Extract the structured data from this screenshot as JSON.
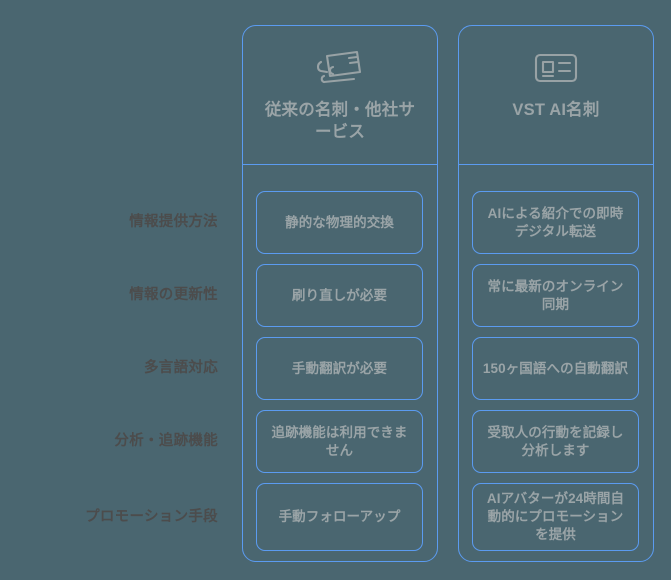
{
  "theme": {
    "background": "#4a6670",
    "accent_border": "#5b9bf0",
    "cell_text": "#9aa4a7",
    "row_label_text": "#4c4c4c"
  },
  "columns": [
    {
      "id": "legacy",
      "icon": "stacked-business-cards-icon",
      "title": "従来の名刺・他社サービス",
      "cells": [
        "静的な物理的交換",
        "刷り直しが必要",
        "手動翻訳が必要",
        "追跡機能は利用できません",
        "手動フォローアップ"
      ]
    },
    {
      "id": "vst",
      "icon": "digital-business-card-icon",
      "title": "VST AI名刺",
      "cells": [
        "AIによる紹介での即時デジタル転送",
        "常に最新のオンライン同期",
        "150ヶ国語への自動翻訳",
        "受取人の行動を記録し分析します",
        "AIアバターが24時間自動的にプロモーションを提供"
      ]
    }
  ],
  "row_labels": [
    "情報提供方法",
    "情報の更新性",
    "多言語対応",
    "分析・追跡機能",
    "プロモーション手段"
  ]
}
